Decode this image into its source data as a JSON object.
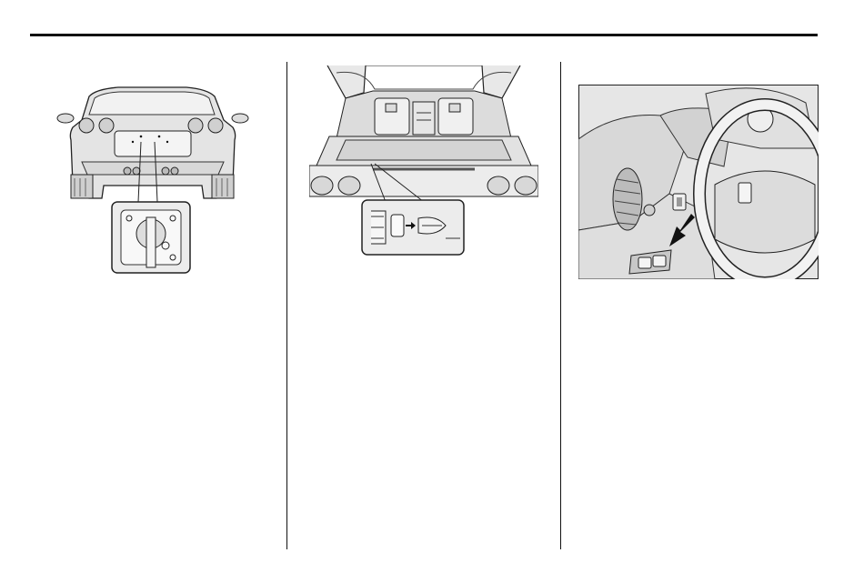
{
  "page": {
    "columns": 3
  },
  "illustrations": [
    {
      "id": "rear-view-license-plate-lock",
      "icon": "car-rear-view-with-keylock-callout"
    },
    {
      "id": "rear-hatch-release",
      "icon": "open-hatch-with-release-callout"
    },
    {
      "id": "dashboard-hatch-release-button",
      "icon": "dashboard-with-arrow-to-button"
    }
  ]
}
